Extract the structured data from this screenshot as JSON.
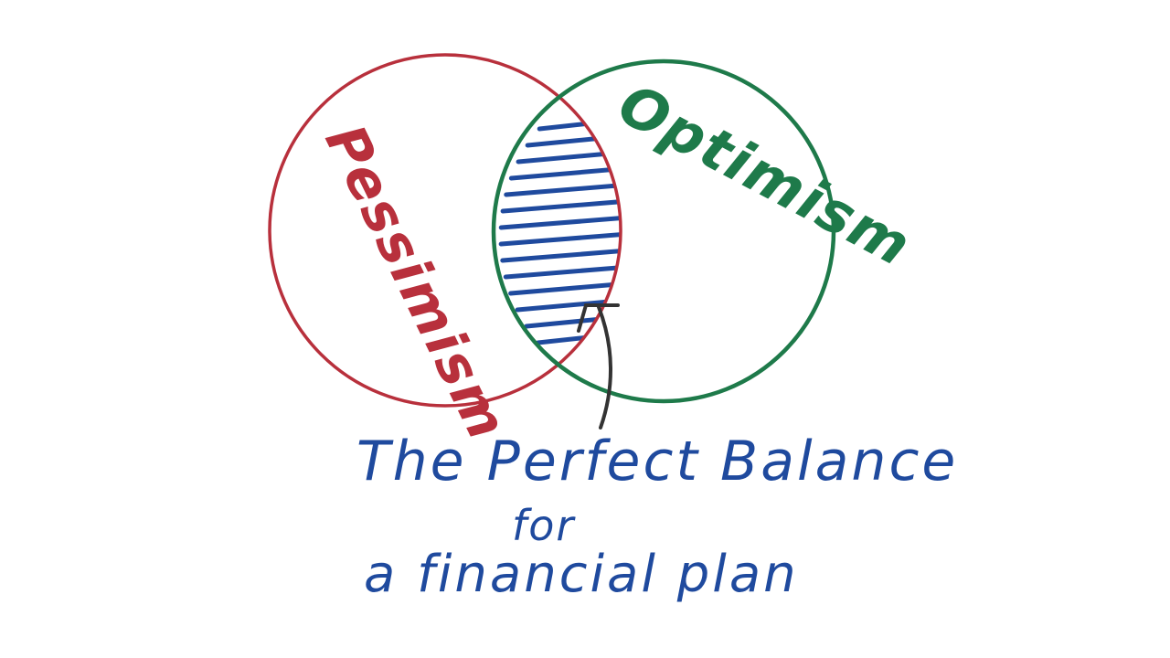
{
  "diagram": {
    "left_circle": {
      "label": "Pessimism",
      "color": "#b8303c"
    },
    "right_circle": {
      "label": "Optimism",
      "color": "#1e7a4a"
    },
    "overlap": {
      "hatch_color": "#1f4a9e"
    },
    "arrow": {
      "color": "#333333"
    },
    "caption": {
      "line1": "The Perfect Balance",
      "line2": "for",
      "line3": "a financial plan"
    }
  }
}
